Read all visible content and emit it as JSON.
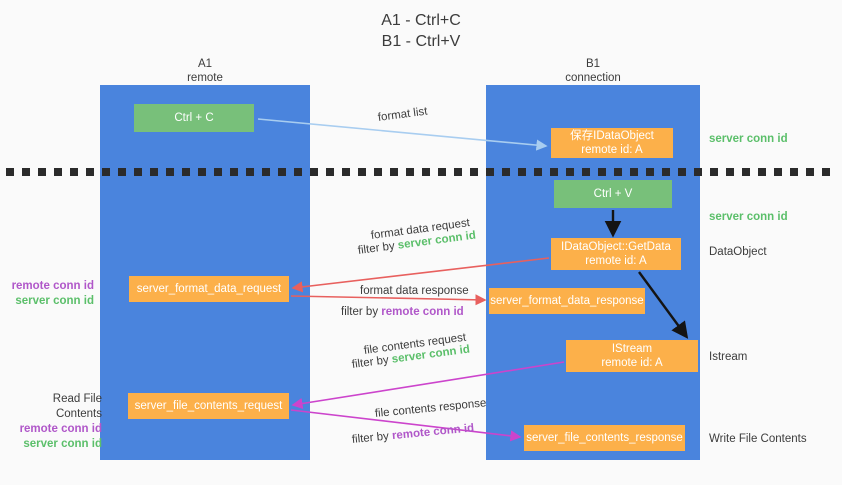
{
  "title": "A1 - Ctrl+C\nB1 - Ctrl+V",
  "lanes": {
    "a": {
      "header": "A1\nremote"
    },
    "b": {
      "header": "B1\nconnection"
    }
  },
  "boxes": {
    "ctrl_c": "Ctrl + C",
    "save_idataobject": "保存IDataObject\nremote id: A",
    "ctrl_v": "Ctrl + V",
    "getdata": "IDataObject::GetData\nremote id: A",
    "server_format_data_request": "server_format_data_request",
    "server_format_data_response": "server_format_data_response",
    "istream": "IStream\nremote id: A",
    "server_file_contents_request": "server_file_contents_request",
    "server_file_contents_response": "server_file_contents_response"
  },
  "side_labels": {
    "server_conn_id_top": "server conn id",
    "server_conn_id_mid": "server conn id",
    "dataobject": "DataObject",
    "istream": "Istream",
    "write_file_contents": "Write File Contents"
  },
  "left_labels": {
    "remote_conn_id_1": "remote conn id",
    "server_conn_id_1": "server conn id",
    "read_file_contents": "Read File Contents",
    "remote_conn_id_2": "remote conn id",
    "server_conn_id_2": "server conn id"
  },
  "mid_labels": {
    "format_list": "format list",
    "format_data_request": "format data request",
    "filter_by": "filter by ",
    "server_conn_id": "server conn id",
    "remote_conn_id": "remote conn id",
    "format_data_response": "format data response",
    "file_contents_request": "file contents request",
    "file_contents_response": "file contents response"
  },
  "colors": {
    "lane_blue": "#4a84dd",
    "box_green": "#78c07a",
    "box_orange": "#fcb04a",
    "server_green": "#5bbf6a",
    "remote_purple": "#b057c9",
    "arrow_light_blue": "#a8cdf0",
    "arrow_red": "#e8605e",
    "arrow_magenta": "#cc44cc",
    "arrow_black": "#141414",
    "background": "#fafafa"
  }
}
